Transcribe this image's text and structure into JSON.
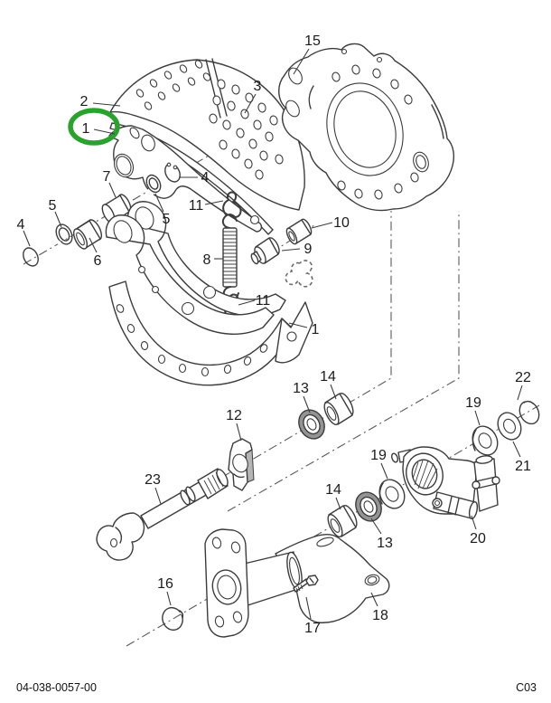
{
  "page": {
    "background": "#ffffff"
  },
  "footer": {
    "document_number": "04-038-0057-00",
    "revision_code": "C03"
  },
  "diagram": {
    "type": "exploded-parts-diagram",
    "subject": "brake shoe and camshaft assembly",
    "line_color": "#3c3c3c",
    "highlight_color": "#2aa32c",
    "highlighted_callout": "1",
    "callouts": [
      {
        "label": "2",
        "part": "brake-shoe-table"
      },
      {
        "label": "1",
        "part": "brake-shoe-upper",
        "highlighted": true
      },
      {
        "label": "3",
        "part": "brake-lining"
      },
      {
        "label": "15",
        "part": "brake-spider"
      },
      {
        "label": "7",
        "part": "anchor-pin"
      },
      {
        "label": "4",
        "part": "snap-ring-right"
      },
      {
        "label": "5",
        "part": "washer-right"
      },
      {
        "label": "11",
        "part": "retainer-clip-top"
      },
      {
        "label": "5",
        "part": "washer-left"
      },
      {
        "label": "4",
        "part": "snap-ring-left"
      },
      {
        "label": "6",
        "part": "anchor-pin-bushing"
      },
      {
        "label": "8",
        "part": "return-spring"
      },
      {
        "label": "11",
        "part": "retainer-clip-bottom"
      },
      {
        "label": "10",
        "part": "roller-bushing"
      },
      {
        "label": "9",
        "part": "cam-roller"
      },
      {
        "label": "1",
        "part": "brake-shoe-lower"
      },
      {
        "label": "13",
        "part": "camshaft-seal-inner"
      },
      {
        "label": "14",
        "part": "camshaft-bushing-inner"
      },
      {
        "label": "12",
        "part": "support-bracket"
      },
      {
        "label": "23",
        "part": "brake-camshaft"
      },
      {
        "label": "19",
        "part": "spacer-washer-left"
      },
      {
        "label": "22",
        "part": "snap-ring-camshaft"
      },
      {
        "label": "19",
        "part": "spacer-washer-right"
      },
      {
        "label": "21",
        "part": "washer-camshaft"
      },
      {
        "label": "20",
        "part": "slack-adjuster"
      },
      {
        "label": "14",
        "part": "camshaft-bushing-outer"
      },
      {
        "label": "13",
        "part": "camshaft-seal-outer"
      },
      {
        "label": "16",
        "part": "o-ring"
      },
      {
        "label": "17",
        "part": "bolt"
      },
      {
        "label": "18",
        "part": "camshaft-bracket"
      }
    ]
  }
}
